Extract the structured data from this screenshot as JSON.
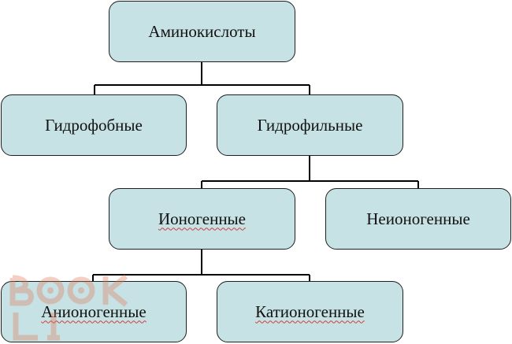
{
  "diagram": {
    "root": "Аминокислоты",
    "level1": {
      "left": "Гидрофобные",
      "right": "Гидрофильные"
    },
    "level2": {
      "left": "Ионогенные",
      "right": "Неионогенные"
    },
    "level3": {
      "left": "Анионогенные",
      "right": "Катионогенные"
    }
  },
  "colors": {
    "node_fill": "#c7e2e4",
    "node_border": "#1f1f1f",
    "connector": "#000000",
    "spellcheck_underline": "#d23b3b",
    "watermark": "#e07a5a"
  },
  "watermark": {
    "logo_text": "BOOK",
    "icon": "book-logo-watermark"
  }
}
